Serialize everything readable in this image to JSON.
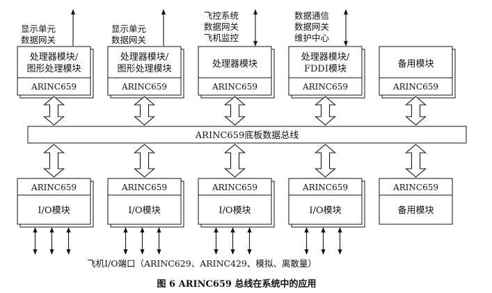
{
  "top_labels": [
    [
      "显示单元",
      "数据网关"
    ],
    [
      "显示单元",
      "数据网关"
    ],
    [
      "飞控系统",
      "数据网关",
      "飞机监控"
    ],
    [
      "数据通信",
      "数据网关",
      "维护中心"
    ]
  ],
  "top_modules": [
    {
      "lines": [
        "处理器模块/",
        "图形处理模块"
      ],
      "bus": "ARINC659"
    },
    {
      "lines": [
        "处理器模块/",
        "图形处理模块"
      ],
      "bus": "ARINC659"
    },
    {
      "lines": [
        "处理器模块"
      ],
      "bus": "ARINC659"
    },
    {
      "lines": [
        "处理器模块/",
        "FDDI模块"
      ],
      "bus": "ARINC659"
    },
    {
      "lines": [
        "备用模块"
      ],
      "bus": "ARINC659"
    }
  ],
  "backplane_label": "ARINC659底板数据总线",
  "bottom_modules": [
    {
      "bus": "ARINC659",
      "name": "I/O模块"
    },
    {
      "bus": "ARINC659",
      "name": "I/O模块"
    },
    {
      "bus": "ARINC659",
      "name": "I/O模块"
    },
    {
      "bus": "ARINC659",
      "name": "I/O模块"
    },
    {
      "bus": "ARINC659",
      "name": "备用模块"
    }
  ],
  "io_ports_label": "飞机I/O端口（ARINC629、ARINC429、模拟、离散量）",
  "caption": "图 6   ARINC659 总线在系统中的应用"
}
